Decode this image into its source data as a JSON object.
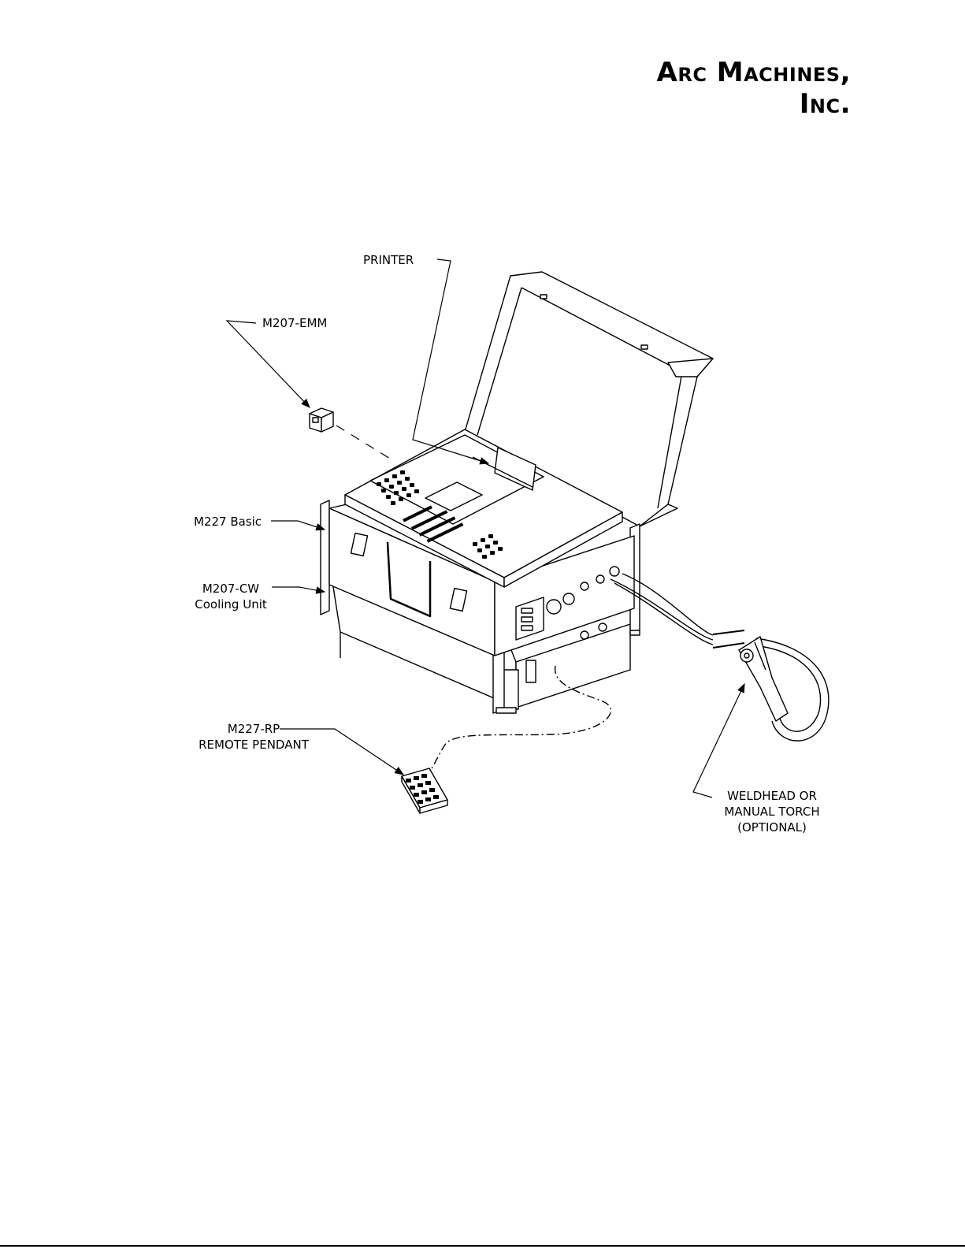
{
  "header": {
    "brand": "Arc Machines, Inc."
  },
  "labels": {
    "printer": "PRINTER",
    "emm": "M207-EMM",
    "basic": "M227 Basic",
    "cw_line1": "M207-CW",
    "cw_line2": "Cooling Unit",
    "rp_line1": "M227-RP",
    "rp_line2": "REMOTE PENDANT",
    "weld_line1": "WELDHEAD OR",
    "weld_line2": "MANUAL TORCH",
    "weld_line3": "(OPTIONAL)"
  }
}
